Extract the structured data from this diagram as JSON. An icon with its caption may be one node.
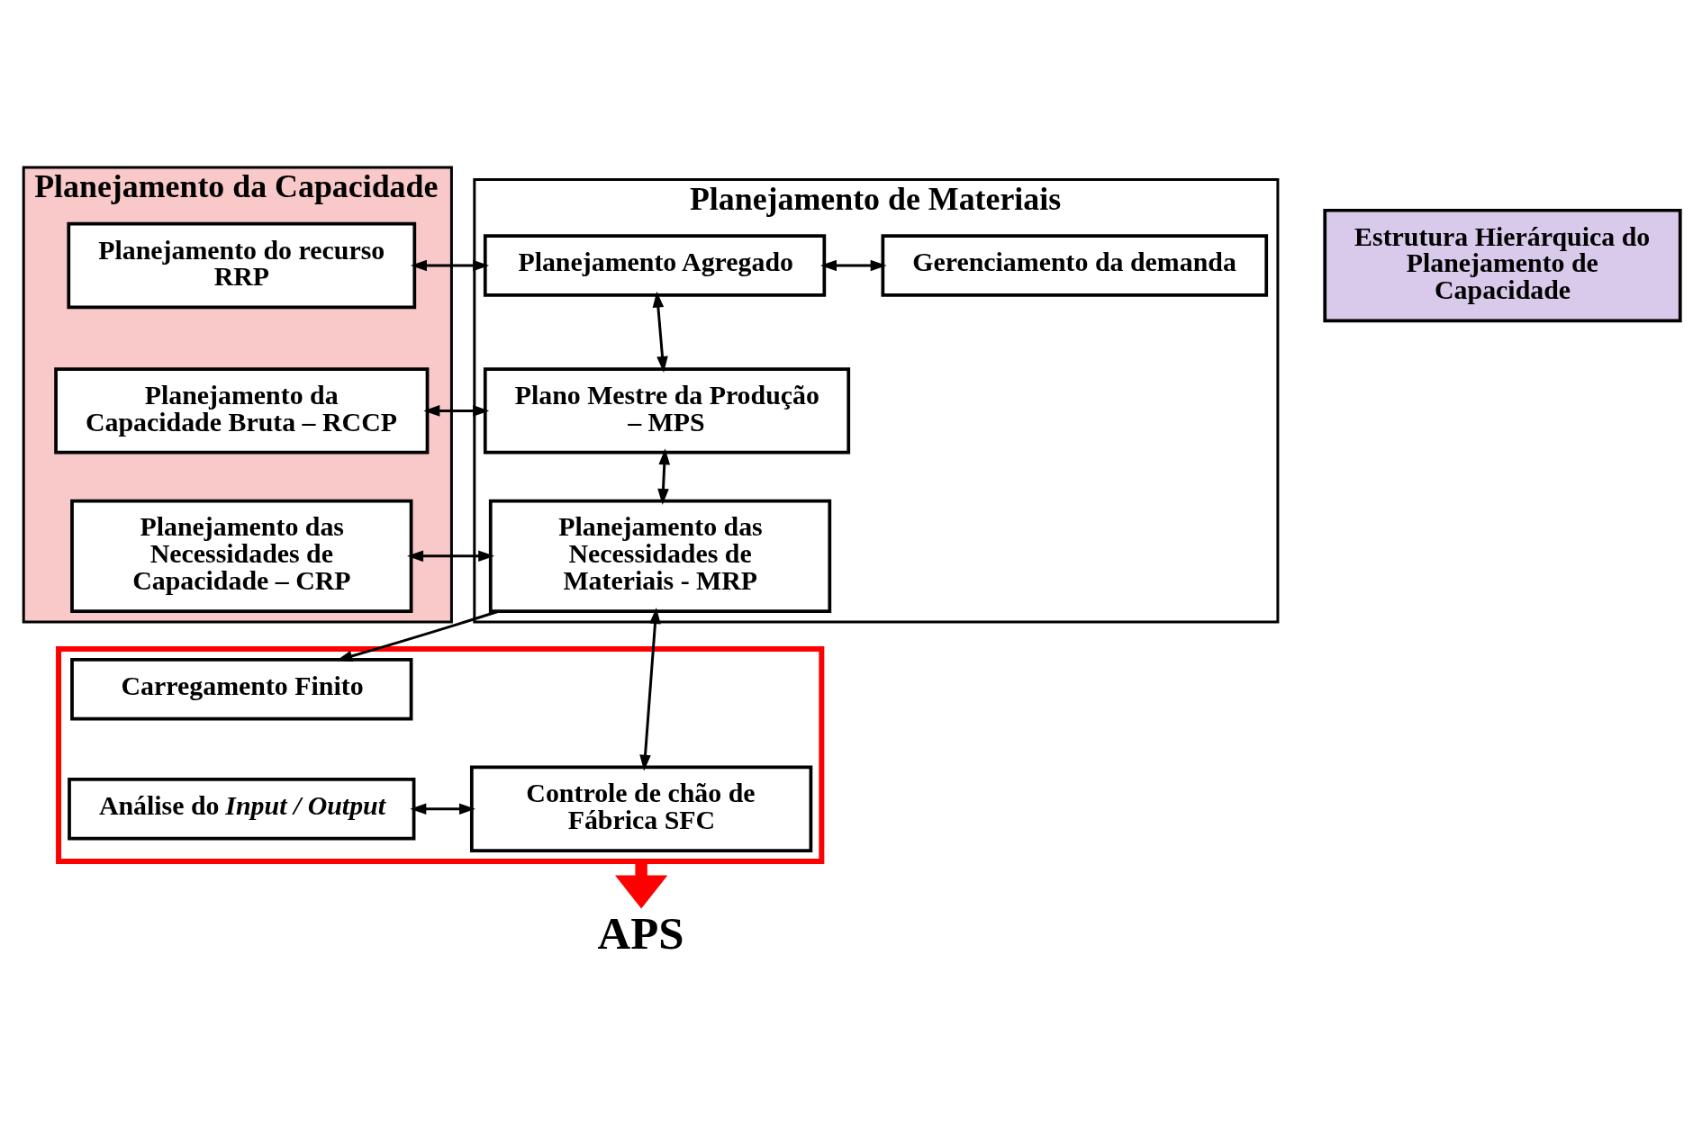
{
  "diagram": {
    "nodes": [
      {
        "text": [
          "Planejamento da Capacidade"
        ]
      },
      {
        "text": [
          "Planejamento de Materiais"
        ]
      },
      {
        "text": [
          "Estrutura Hierárquica do Planejamento de Capacidade"
        ]
      },
      {
        "text": [
          "Planejamento do recurso RRP"
        ],
        "in": 0
      },
      {
        "text": [
          "Planejamento Agregado"
        ],
        "in": 1
      },
      {
        "text": [
          "Gerenciamento da demanda"
        ],
        "in": 1
      },
      {
        "text": [
          "Planejamento da Capacidade Bruta – RCCP"
        ],
        "in": 0
      },
      {
        "text": [
          "Plano Mestre da Produção – MPS"
        ],
        "in": 1
      },
      {
        "text": [
          "Planejamento das Necessidades de Capacidade – CRP"
        ],
        "in": 0
      },
      {
        "text": [
          "Planejamento das Necessidades de Materiais - MRP"
        ],
        "in": 1
      },
      {
        "text": [],
        "shape": "box"
      },
      {
        "text": [
          "Carregamento Finito"
        ],
        "in": 10
      },
      {
        "text": [
          "Análise do *Input / Output*"
        ],
        "in": 10
      },
      {
        "text": [
          "Controle de chão de Fábrica SFC"
        ],
        "in": 10
      },
      {
        "text": [
          "APS"
        ]
      }
    ],
    "edges": [
      {
        "from": 3,
        "to": 4,
        "arrow": "both"
      },
      {
        "from": 4,
        "to": 5,
        "arrow": "both"
      },
      {
        "from": 4,
        "to": 7,
        "arrow": "both"
      },
      {
        "from": 6,
        "to": 7,
        "arrow": "both"
      },
      {
        "from": 7,
        "to": 9,
        "arrow": "both"
      },
      {
        "from": 8,
        "to": 9,
        "arrow": "both"
      },
      {
        "from": 9,
        "to": 13,
        "arrow": "both"
      },
      {
        "from": 9,
        "to": 11,
        "arrow": "to"
      },
      {
        "from": 12,
        "to": 13,
        "arrow": "both"
      },
      {
        "from": 10,
        "to": 14,
        "arrow": "to",
        "style": "thick",
        "color": "#ff0000"
      }
    ]
  }
}
